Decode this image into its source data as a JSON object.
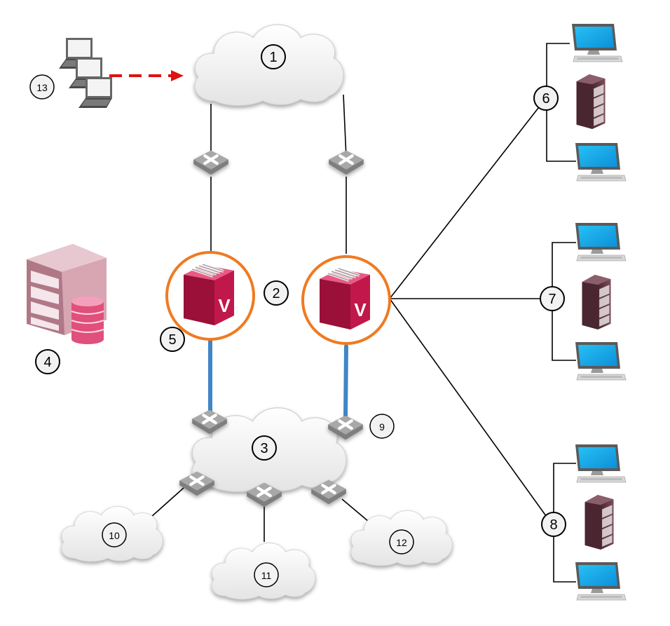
{
  "labels": {
    "n1": "1",
    "n2": "2",
    "n3": "3",
    "n4": "4",
    "n5": "5",
    "n6": "6",
    "n7": "7",
    "n8": "8",
    "n9": "9",
    "n10": "10",
    "n11": "11",
    "n12": "12",
    "n13": "13"
  },
  "appliance_letter": "V",
  "colors": {
    "cloud_fill": "#f0f0f0",
    "switch_fill": "#9a9a9a",
    "appliance_ring": "#f07a20",
    "appliance_body": "#c0184a",
    "blue_link": "#3f86c6",
    "red_arrow": "#e01010",
    "monitor_screen": "#1aa8e8",
    "server_body": "#5a3440",
    "db_pink": "#e8688e"
  }
}
